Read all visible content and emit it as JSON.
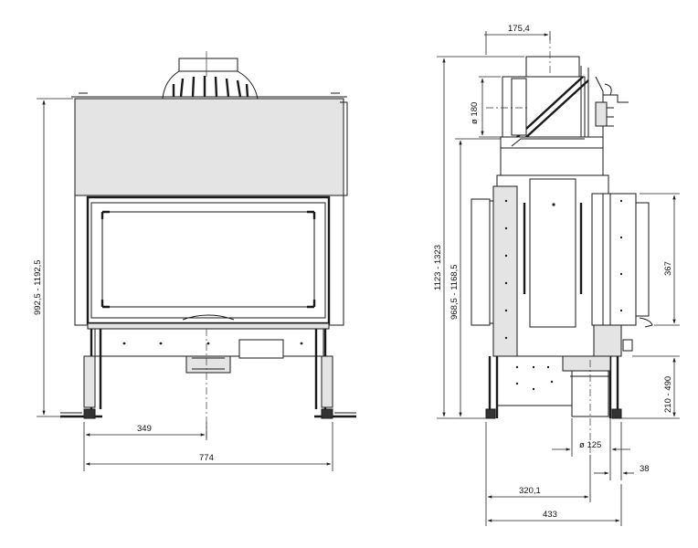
{
  "front_view": {
    "height_label": "992,5 - 1192,5",
    "axis_offset_label": "349",
    "width_label": "774"
  },
  "side_view": {
    "top_offset_label": "175,4",
    "flue_diameter_label": "ø 180",
    "overall_height_label": "1123 - 1323",
    "inner_height_label": "968,5 - 1168,5",
    "air_box_height_label": "367",
    "air_inlet_height_label": "210 - 490",
    "air_inlet_diameter_label": "ø 125",
    "air_inlet_offset_label": "38",
    "axis_depth_label": "320,1",
    "depth_label": "433"
  },
  "colors": {
    "line": "#1a1a1a",
    "panel_fill": "#e4e4e4",
    "background": "#ffffff"
  }
}
